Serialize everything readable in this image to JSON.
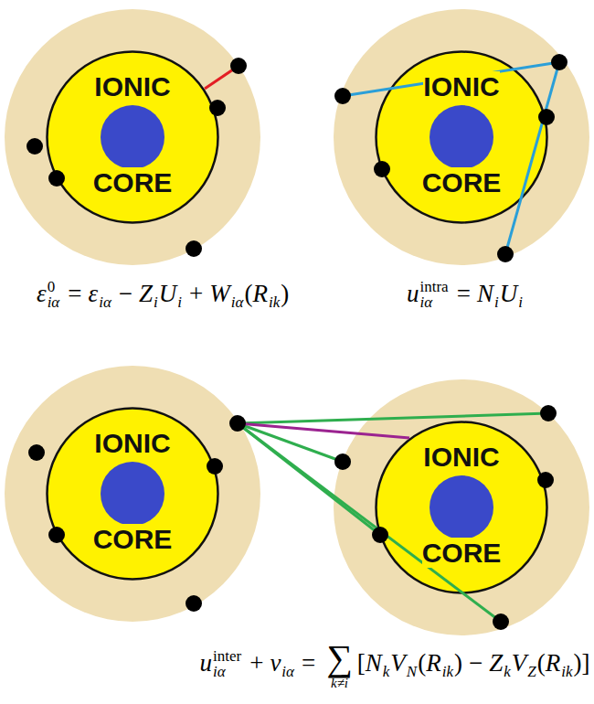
{
  "diagram": {
    "nodes": [
      {
        "text": [
          "IONIC CORE"
        ]
      },
      {
        "text": [
          "IONIC CORE"
        ]
      },
      {
        "text": [
          "IONIC CORE"
        ]
      },
      {
        "text": [
          "IONIC CORE"
        ]
      }
    ],
    "labels": [
      "ε",
      "0",
      "iα",
      "=",
      "ε",
      "iα",
      "−",
      "Z",
      "i",
      "U",
      "i",
      "+",
      "W",
      "iα",
      "(",
      "R",
      "ik",
      ")",
      "u",
      "intra",
      "iα",
      "=",
      "N",
      "i",
      "U",
      "i",
      "u",
      "inter",
      "iα",
      "+",
      "v",
      "iα",
      "=",
      "∑",
      "k≠i",
      "[",
      "N",
      "k",
      "V",
      "N",
      "(",
      "R",
      "ik",
      ")",
      "−",
      "Z",
      "k",
      "V",
      "Z",
      "(",
      "R",
      "ik",
      ")",
      "]"
    ]
  }
}
